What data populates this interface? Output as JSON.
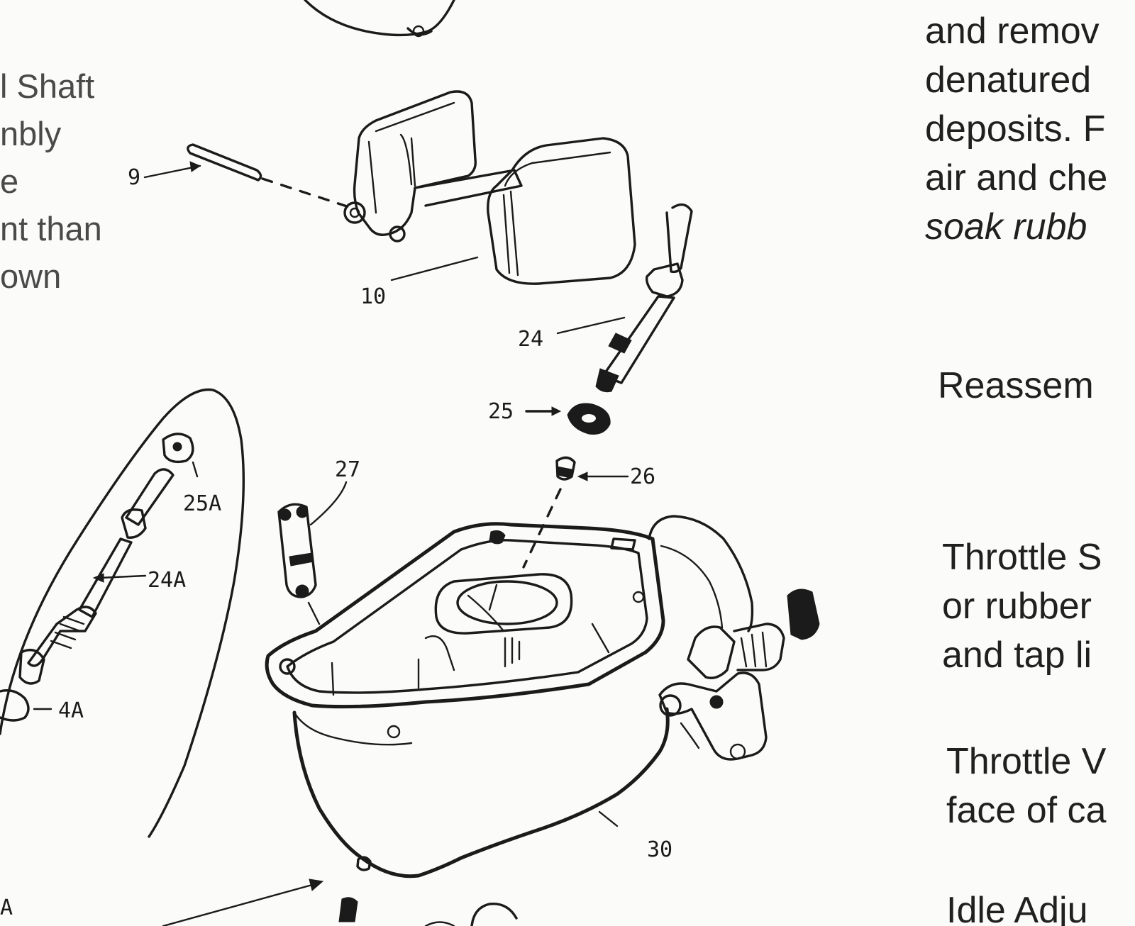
{
  "left_text": {
    "lines": [
      "l Shaft",
      "nbly",
      "e",
      "nt than",
      "own"
    ]
  },
  "right_text": {
    "paragraph_1": [
      "and remov",
      "denatured",
      "deposits. F",
      "air and che"
    ],
    "paragraph_1_italic": "soak rubb",
    "reassembly_heading": "Reassem",
    "throttle_shaft": [
      "Throttle S",
      "or rubber",
      "and tap li"
    ],
    "throttle_valve": [
      "Throttle V",
      "face of ca"
    ],
    "idle_adjust": "Idle Adju"
  },
  "callouts": {
    "c9": "9",
    "c10": "10",
    "c24": "24",
    "c25": "25",
    "c26": "26",
    "c27": "27",
    "c30": "30",
    "c24A": "24A",
    "c25A": "25A",
    "c4A": "4A",
    "cA": "A"
  }
}
